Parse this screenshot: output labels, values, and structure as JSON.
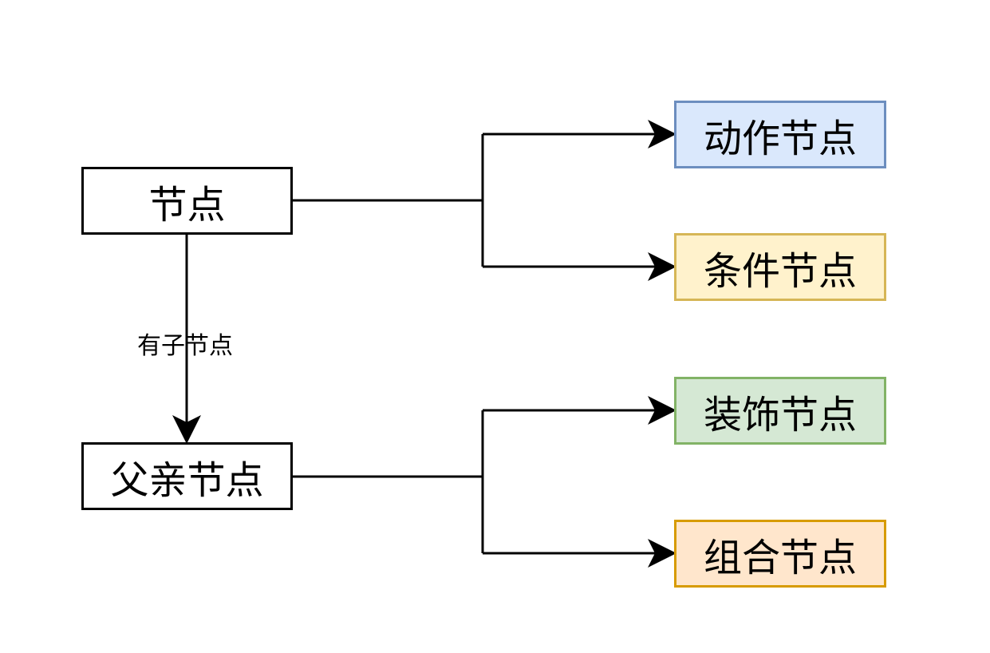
{
  "nodes": {
    "root": "节点",
    "parent": "父亲节点",
    "action": "动作节点",
    "condition": "条件节点",
    "decorator": "装饰节点",
    "composite": "组合节点"
  },
  "edges": {
    "root_to_parent_label": "有子节点"
  },
  "colors": {
    "action_fill": "#dae8fc",
    "action_stroke": "#6c8ebf",
    "condition_fill": "#fff2cc",
    "condition_stroke": "#d6b656",
    "decorator_fill": "#d5e8d4",
    "decorator_stroke": "#82b366",
    "composite_fill": "#ffe6cc",
    "composite_stroke": "#d79b00"
  }
}
